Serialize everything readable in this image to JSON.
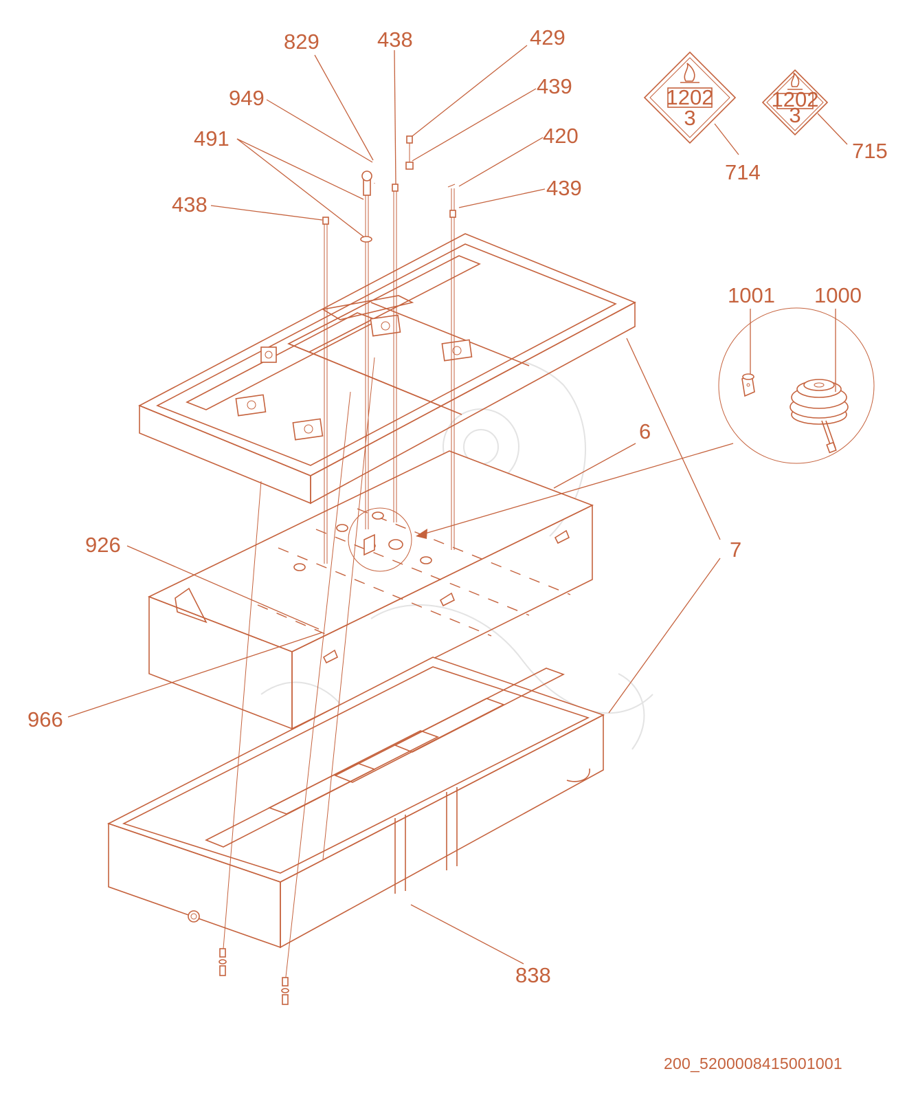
{
  "diagram": {
    "labels": {
      "l829": "829",
      "l438_top": "438",
      "l429": "429",
      "l949": "949",
      "l439_a": "439",
      "l491": "491",
      "l420": "420",
      "l438_left": "438",
      "l439_b": "439",
      "l714": "714",
      "l715": "715",
      "l1001": "1001",
      "l1000": "1000",
      "l6": "6",
      "l7": "7",
      "l926": "926",
      "l966": "966",
      "l838": "838"
    },
    "placards": {
      "un_number": "1202",
      "hazard_class": "3"
    },
    "document_id": "200_5200008415001001"
  }
}
